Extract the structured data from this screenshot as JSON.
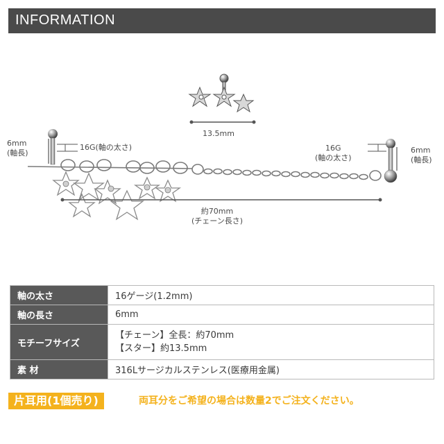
{
  "header": {
    "title": "INFORMATION"
  },
  "figure": {
    "star_width": "13.5mm",
    "left_post_length": "6mm",
    "left_post_length_note": "(軸長)",
    "left_gauge": "16G(軸の太さ)",
    "right_gauge": "16G",
    "right_gauge_note": "(軸の太さ)",
    "right_post_length": "6mm",
    "right_post_length_note": "(軸長)",
    "chain_length": "約70mm",
    "chain_length_note": "(チェーン長さ)"
  },
  "specs": {
    "thickness": {
      "label": "軸の太さ",
      "value": "16ゲージ(1.2mm)"
    },
    "length": {
      "label": "軸の長さ",
      "value": "6mm"
    },
    "motif": {
      "label": "モチーフサイズ",
      "line1": "【チェーン】全長：約70mm",
      "line2": "【スター】約13.5mm"
    },
    "material": {
      "label": "素 材",
      "value": "316Lサージカルステンレス(医療用金属)"
    }
  },
  "footer": {
    "badge": "片耳用(1個売り)",
    "note": "両耳分をご希望の場合は数量2でご注文ください。"
  },
  "colors": {
    "header_bg": "#4a4a4a",
    "label_bg": "#595959",
    "accent": "#f4b21d"
  }
}
